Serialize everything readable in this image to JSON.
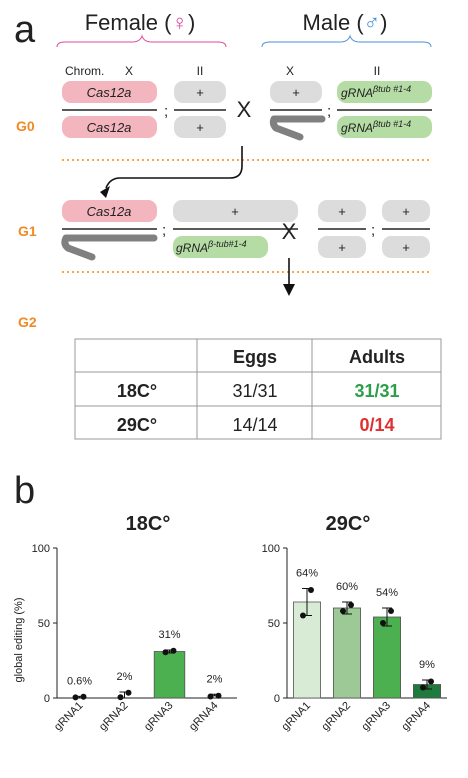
{
  "panel_a": {
    "label": "a",
    "female": {
      "prefix": "Female (",
      "symbol": "♀",
      "suffix": ")",
      "symbol_color": "#e0479a"
    },
    "male": {
      "prefix": "Male (",
      "symbol": "♂",
      "suffix": ")",
      "symbol_color": "#4a90d9"
    },
    "col_chrom": "Chrom.",
    "col_x_female": "X",
    "col_ii_female": "II",
    "col_x_male": "X",
    "col_ii_male": "II",
    "generations": {
      "g0": "G0",
      "g1": "G1",
      "g2": "G2"
    },
    "cross_symbol": "X",
    "semicolon": ";",
    "plus": "+",
    "cas": "Cas12a",
    "grna_base": "gRNA",
    "grna_sup_g0": "βtub #1-4",
    "grna_sup_g1": "β-tub#1-4",
    "colors": {
      "orange": "#f08a24",
      "pink": "#f4b6be",
      "green": "#b6dca6",
      "gray": "#dcdcdc",
      "dark_gray": "#808080"
    }
  },
  "table": {
    "headers": [
      "",
      "Eggs",
      "Adults"
    ],
    "rows": [
      {
        "temp": "18C°",
        "eggs": "31/31",
        "adults": "31/31",
        "adults_color": "#2e9e4a"
      },
      {
        "temp": "29C°",
        "eggs": "14/14",
        "adults": "0/14",
        "adults_color": "#e03030"
      }
    ]
  },
  "panel_b": {
    "label": "b"
  },
  "chart_data": [
    {
      "type": "bar",
      "title": "18C°",
      "ylabel": "global editing (%)",
      "ylim": [
        0,
        100
      ],
      "yticks": [
        "0",
        "50",
        "100"
      ],
      "categories": [
        "gRNA1",
        "gRNA2",
        "gRNA3",
        "gRNA4"
      ],
      "values": [
        0.6,
        2,
        31,
        2
      ],
      "value_labels": [
        "0.6%",
        "2%",
        "31%",
        "2%"
      ],
      "errors": [
        0.5,
        2,
        1,
        0.5
      ],
      "points": [
        [
          0.4,
          0.8
        ],
        [
          0.5,
          3.5
        ],
        [
          30.5,
          31.5
        ],
        [
          1,
          1.5
        ]
      ],
      "colors": [
        "#d8ecd5",
        "#9cc995",
        "#4caf50",
        "#1e7a3d"
      ],
      "bars_visible": [
        false,
        false,
        true,
        false
      ]
    },
    {
      "type": "bar",
      "title": "29C°",
      "ylabel": "",
      "ylim": [
        0,
        100
      ],
      "yticks": [
        "0",
        "50",
        "100"
      ],
      "categories": [
        "gRNA1",
        "gRNA2",
        "gRNA3",
        "gRNA4"
      ],
      "values": [
        64,
        60,
        54,
        9
      ],
      "value_labels": [
        "64%",
        "60%",
        "54%",
        "9%"
      ],
      "errors": [
        9,
        4,
        6,
        3
      ],
      "points": [
        [
          55,
          72
        ],
        [
          58,
          62
        ],
        [
          50,
          58
        ],
        [
          7,
          11
        ]
      ],
      "colors": [
        "#d8ecd5",
        "#9cc995",
        "#4caf50",
        "#1e7a3d"
      ],
      "bars_visible": [
        true,
        true,
        true,
        true
      ]
    }
  ]
}
